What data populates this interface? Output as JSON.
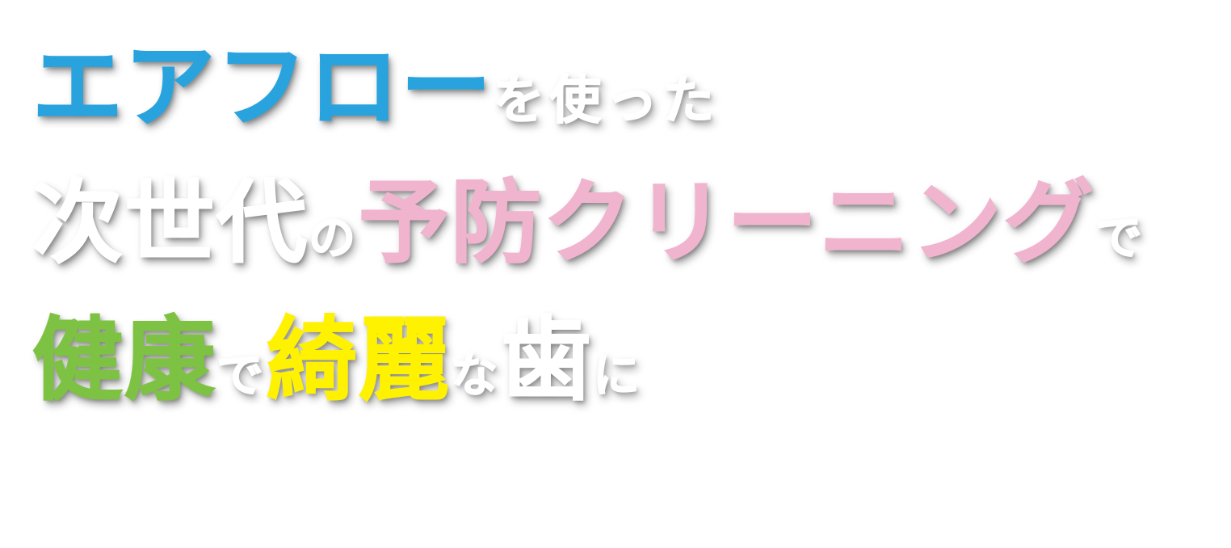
{
  "headline": {
    "line1": {
      "highlight": "エアフロー",
      "rest": "を使った"
    },
    "line2": {
      "lead": "次世代",
      "particle": "の",
      "highlight": "予防クリーニング",
      "tail": "で"
    },
    "line3": {
      "word1": "健康",
      "particle1": "で",
      "word2": "綺麗",
      "particle2": "な",
      "word3": "歯",
      "particle3": "に"
    }
  },
  "colors": {
    "blue": "#29a3de",
    "white": "#ffffff",
    "pink": "#f0b4cf",
    "green": "#7dc242",
    "yellow": "#fff200"
  }
}
